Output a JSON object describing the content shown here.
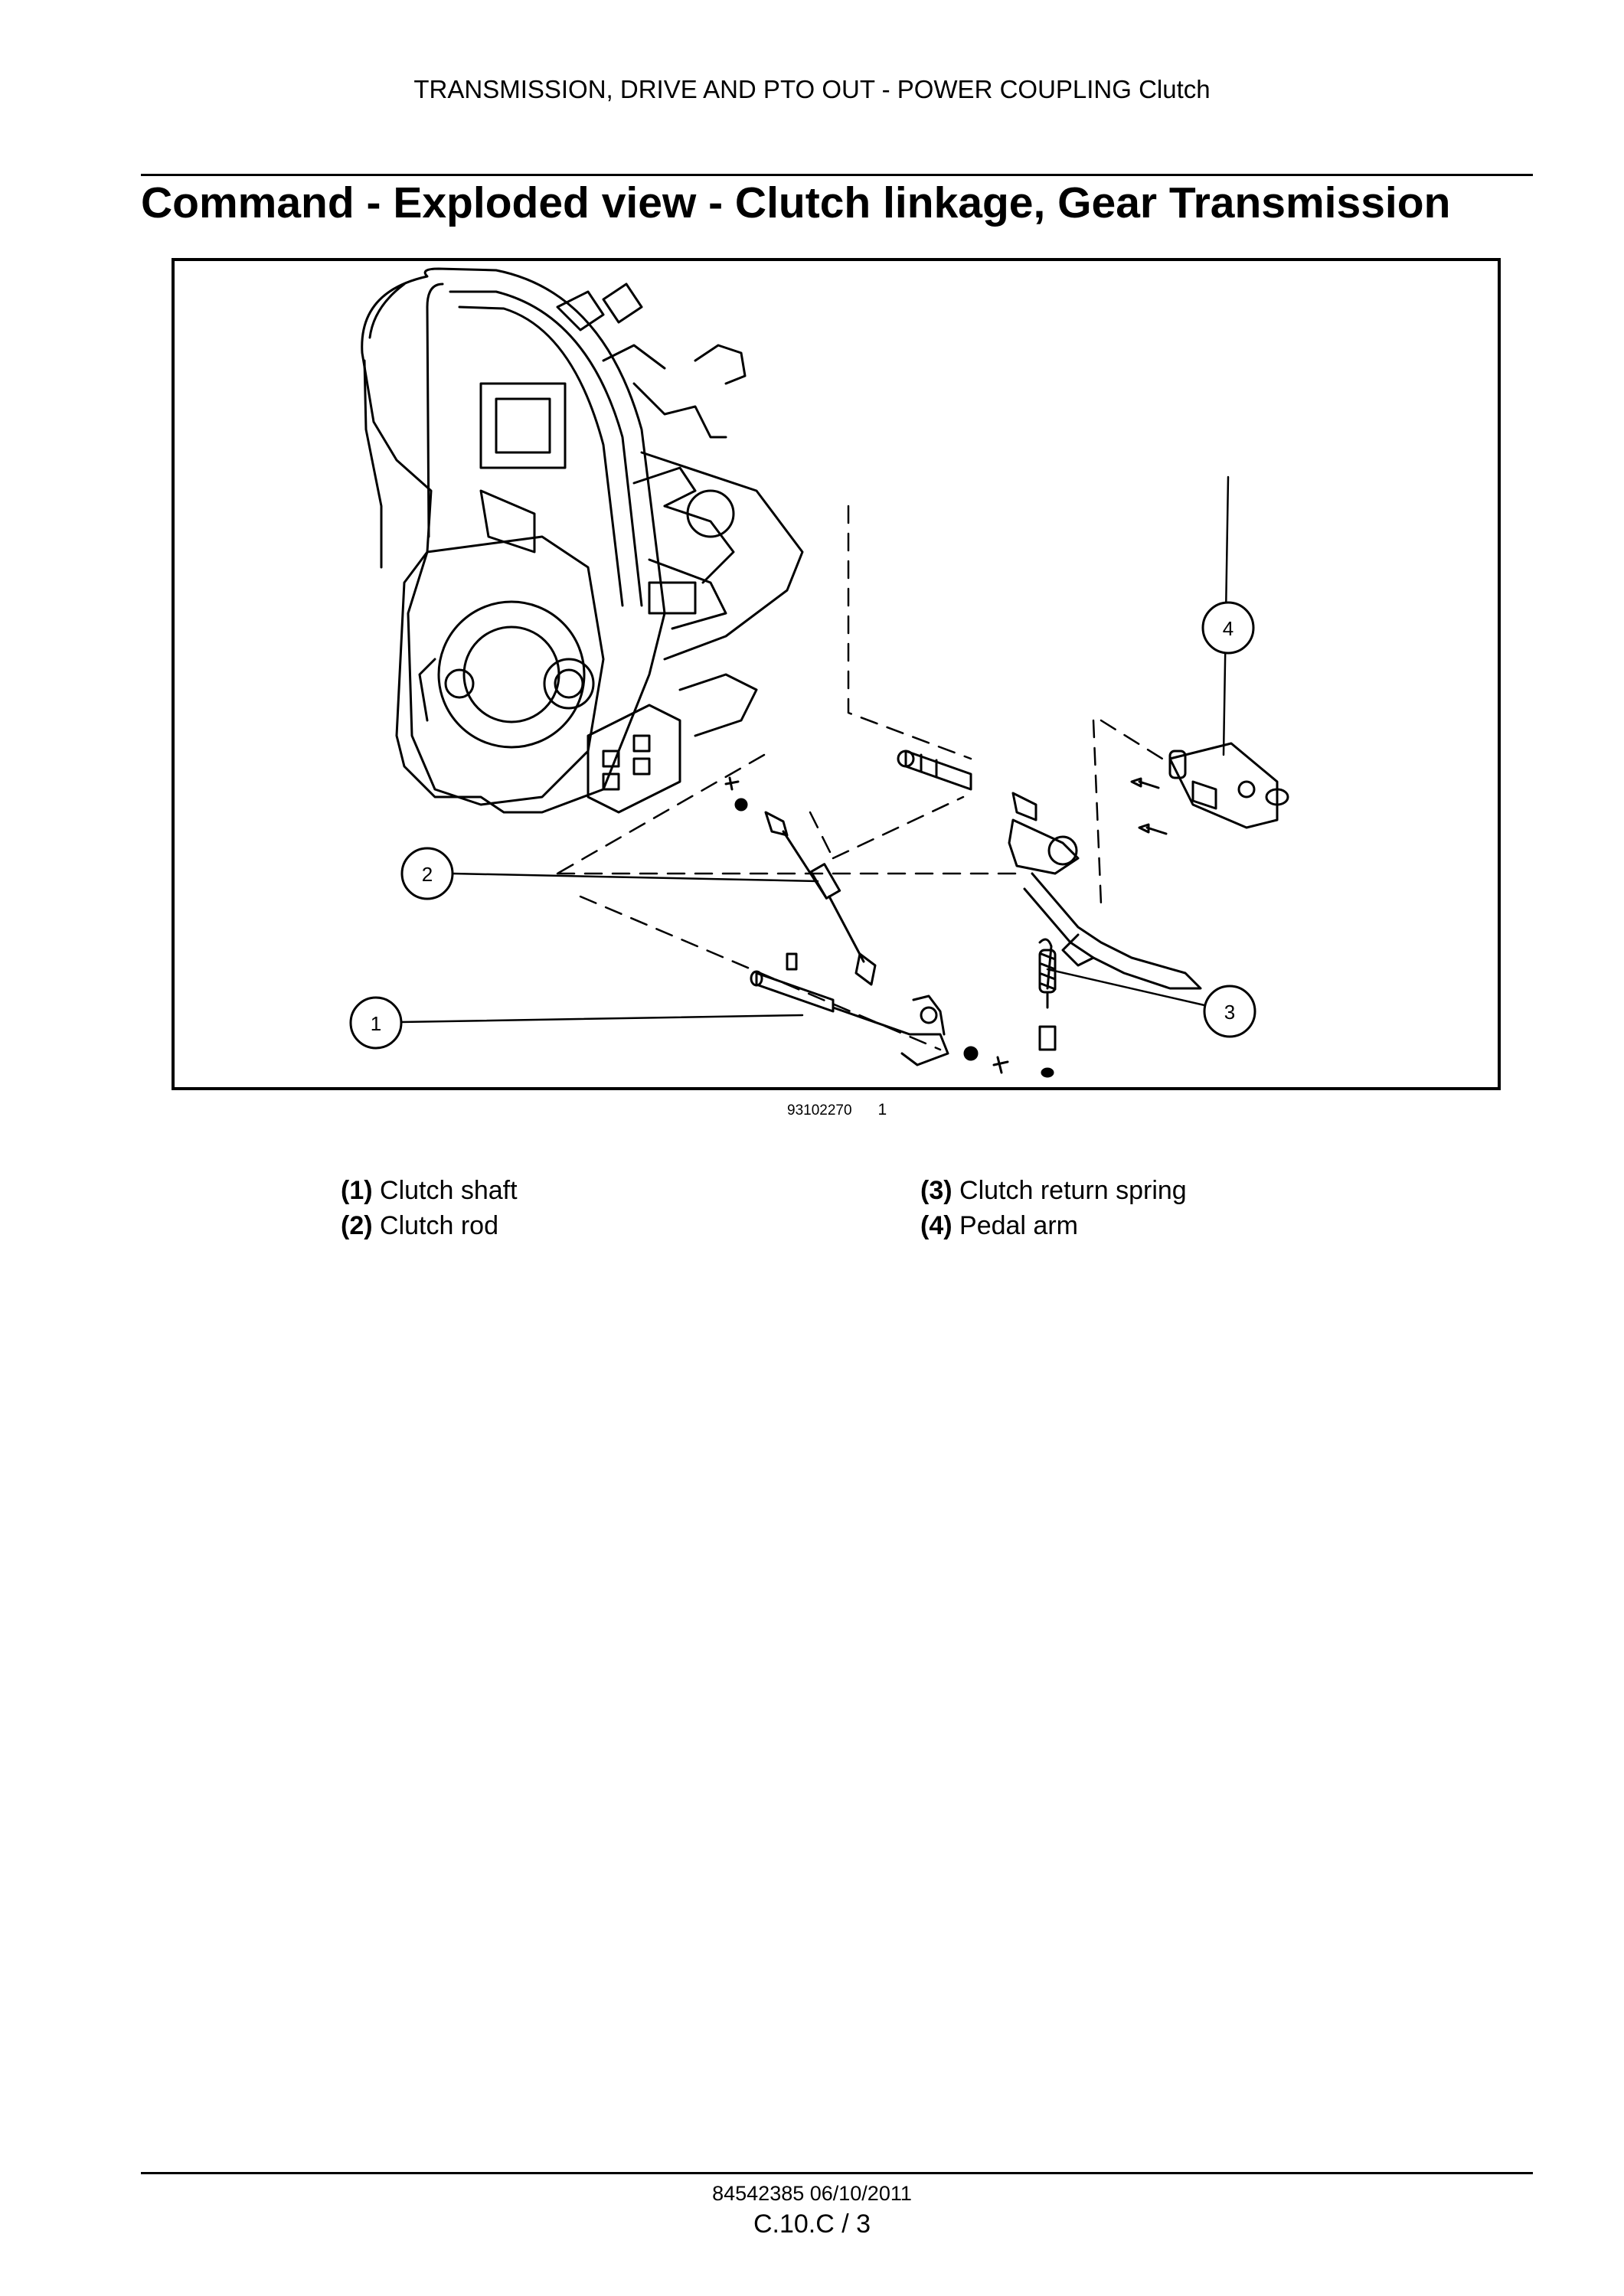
{
  "header": {
    "running_title": "TRANSMISSION, DRIVE AND PTO OUT - POWER COUPLING Clutch"
  },
  "section": {
    "title": "Command - Exploded view - Clutch linkage, Gear Transmission"
  },
  "figure": {
    "callouts": [
      "1",
      "2",
      "3",
      "4"
    ],
    "image_id": "93102270",
    "figure_number": "1"
  },
  "legend": {
    "col1": [
      {
        "num": "(1)",
        "label": "Clutch shaft"
      },
      {
        "num": "(2)",
        "label": "Clutch rod"
      }
    ],
    "col2": [
      {
        "num": "(3)",
        "label": "Clutch return spring"
      },
      {
        "num": "(4)",
        "label": "Pedal arm"
      }
    ]
  },
  "footer": {
    "doc_id_date": "84542385 06/10/2011",
    "page_ref": "C.10.C / 3"
  }
}
